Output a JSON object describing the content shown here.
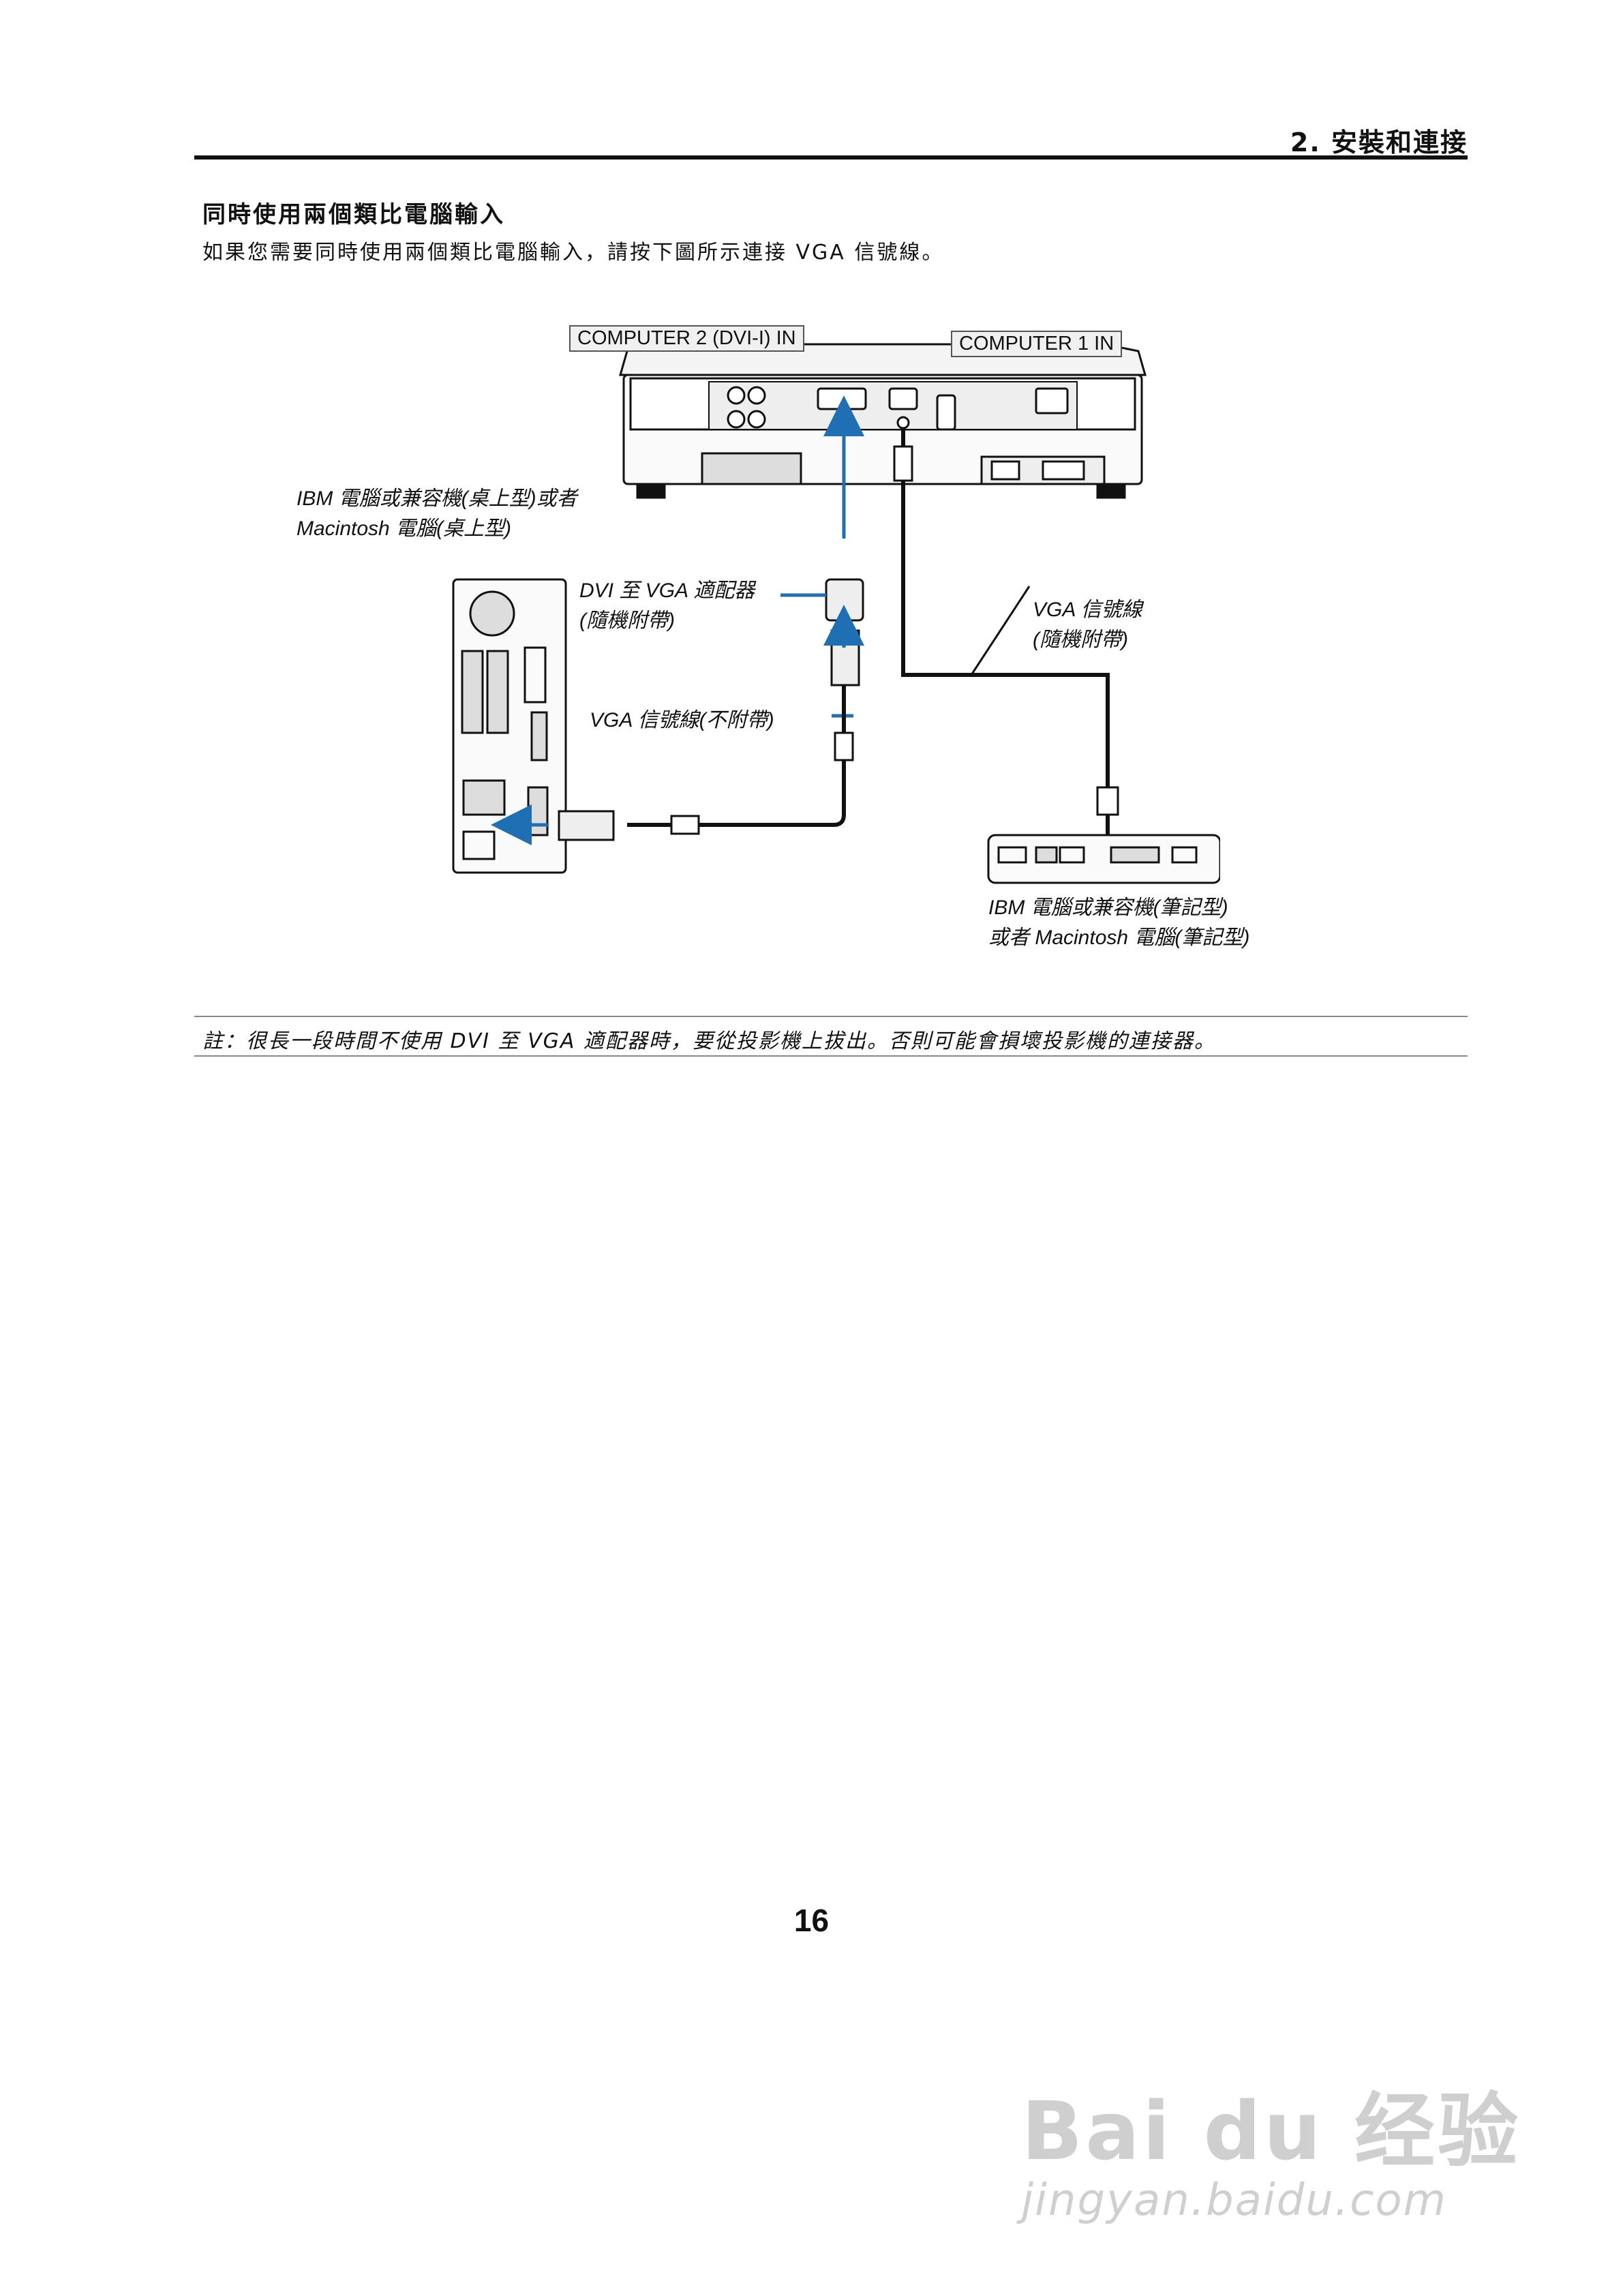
{
  "header": {
    "chapter": "2. 安裝和連接"
  },
  "section": {
    "title": "同時使用兩個類比電腦輸入",
    "intro": "如果您需要同時使用兩個類比電腦輸入，請按下圖所示連接 VGA 信號線。"
  },
  "diagram": {
    "port_computer2": "COMPUTER 2 (DVI-I) IN",
    "port_computer1": "COMPUTER 1 IN",
    "desktop_label_1": "IBM  電腦或兼容機(桌上型)或者",
    "desktop_label_2": "Macintosh 電腦(桌上型)",
    "adapter_label_1": "DVI 至 VGA 適配器",
    "adapter_label_2": "(隨機附帶)",
    "vga_cable_1_label_1": "VGA 信號線",
    "vga_cable_1_label_2": "(隨機附帶)",
    "vga_cable_2_label": "VGA 信號線(不附帶)",
    "laptop_label_1": "IBM 電腦或兼容機(筆記型)",
    "laptop_label_2": "或者 Macintosh 電腦(筆記型)"
  },
  "note": "註：很長一段時間不使用 DVI 至 VGA 適配器時，要從投影機上拔出。否則可能會損壞投影機的連接器。",
  "page_number": "16",
  "watermark": {
    "brand": "Bai du 经验",
    "url": "jingyan.baidu.com"
  },
  "colors": {
    "cable_blue": "#1f6fb5",
    "line_black": "#111111"
  }
}
